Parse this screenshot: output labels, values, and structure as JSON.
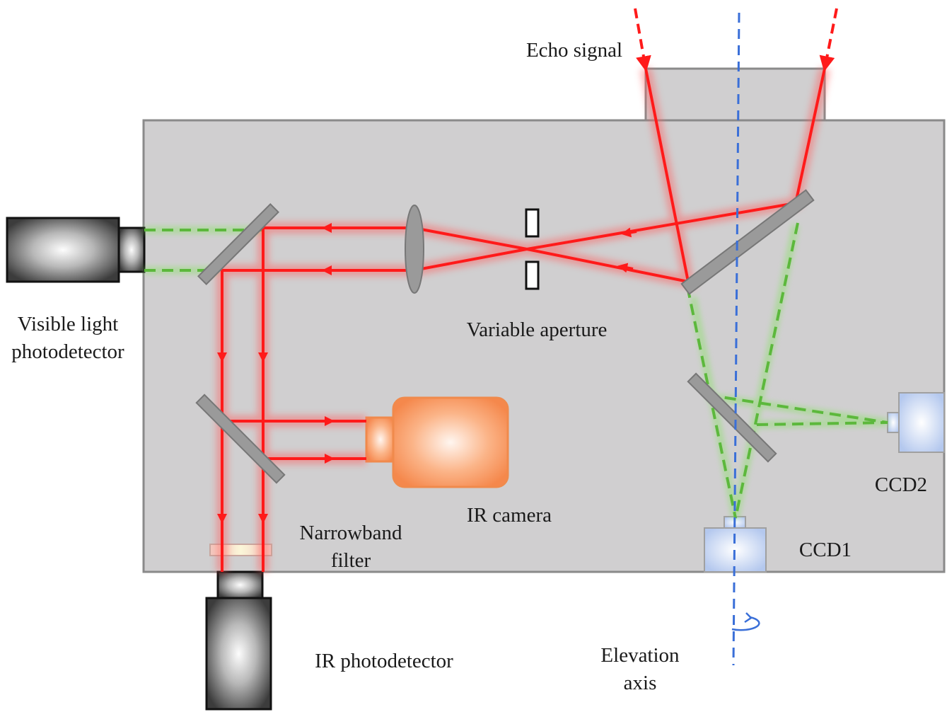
{
  "labels": {
    "echo_signal": "Echo signal",
    "visible_light_1": "Visible light",
    "visible_light_2": "photodetector",
    "variable_aperture": "Variable aperture",
    "ir_camera": "IR camera",
    "narrowband_1": "Narrowband",
    "narrowband_2": "filter",
    "ir_photodetector": "IR photodetector",
    "ccd1": "CCD1",
    "ccd2": "CCD2",
    "elevation_1": "Elevation",
    "elevation_2": "axis"
  },
  "colors": {
    "enclosure": "#d0cfd0",
    "enclosure_border": "#8a8a8a",
    "red_beam": "#ff1a1a",
    "green_beam": "#5cb83c",
    "axis": "#3a6fd8",
    "mirror": "#9a9a9a",
    "ir_camera": "#f8a070",
    "ccd": "#c8d8f4"
  }
}
